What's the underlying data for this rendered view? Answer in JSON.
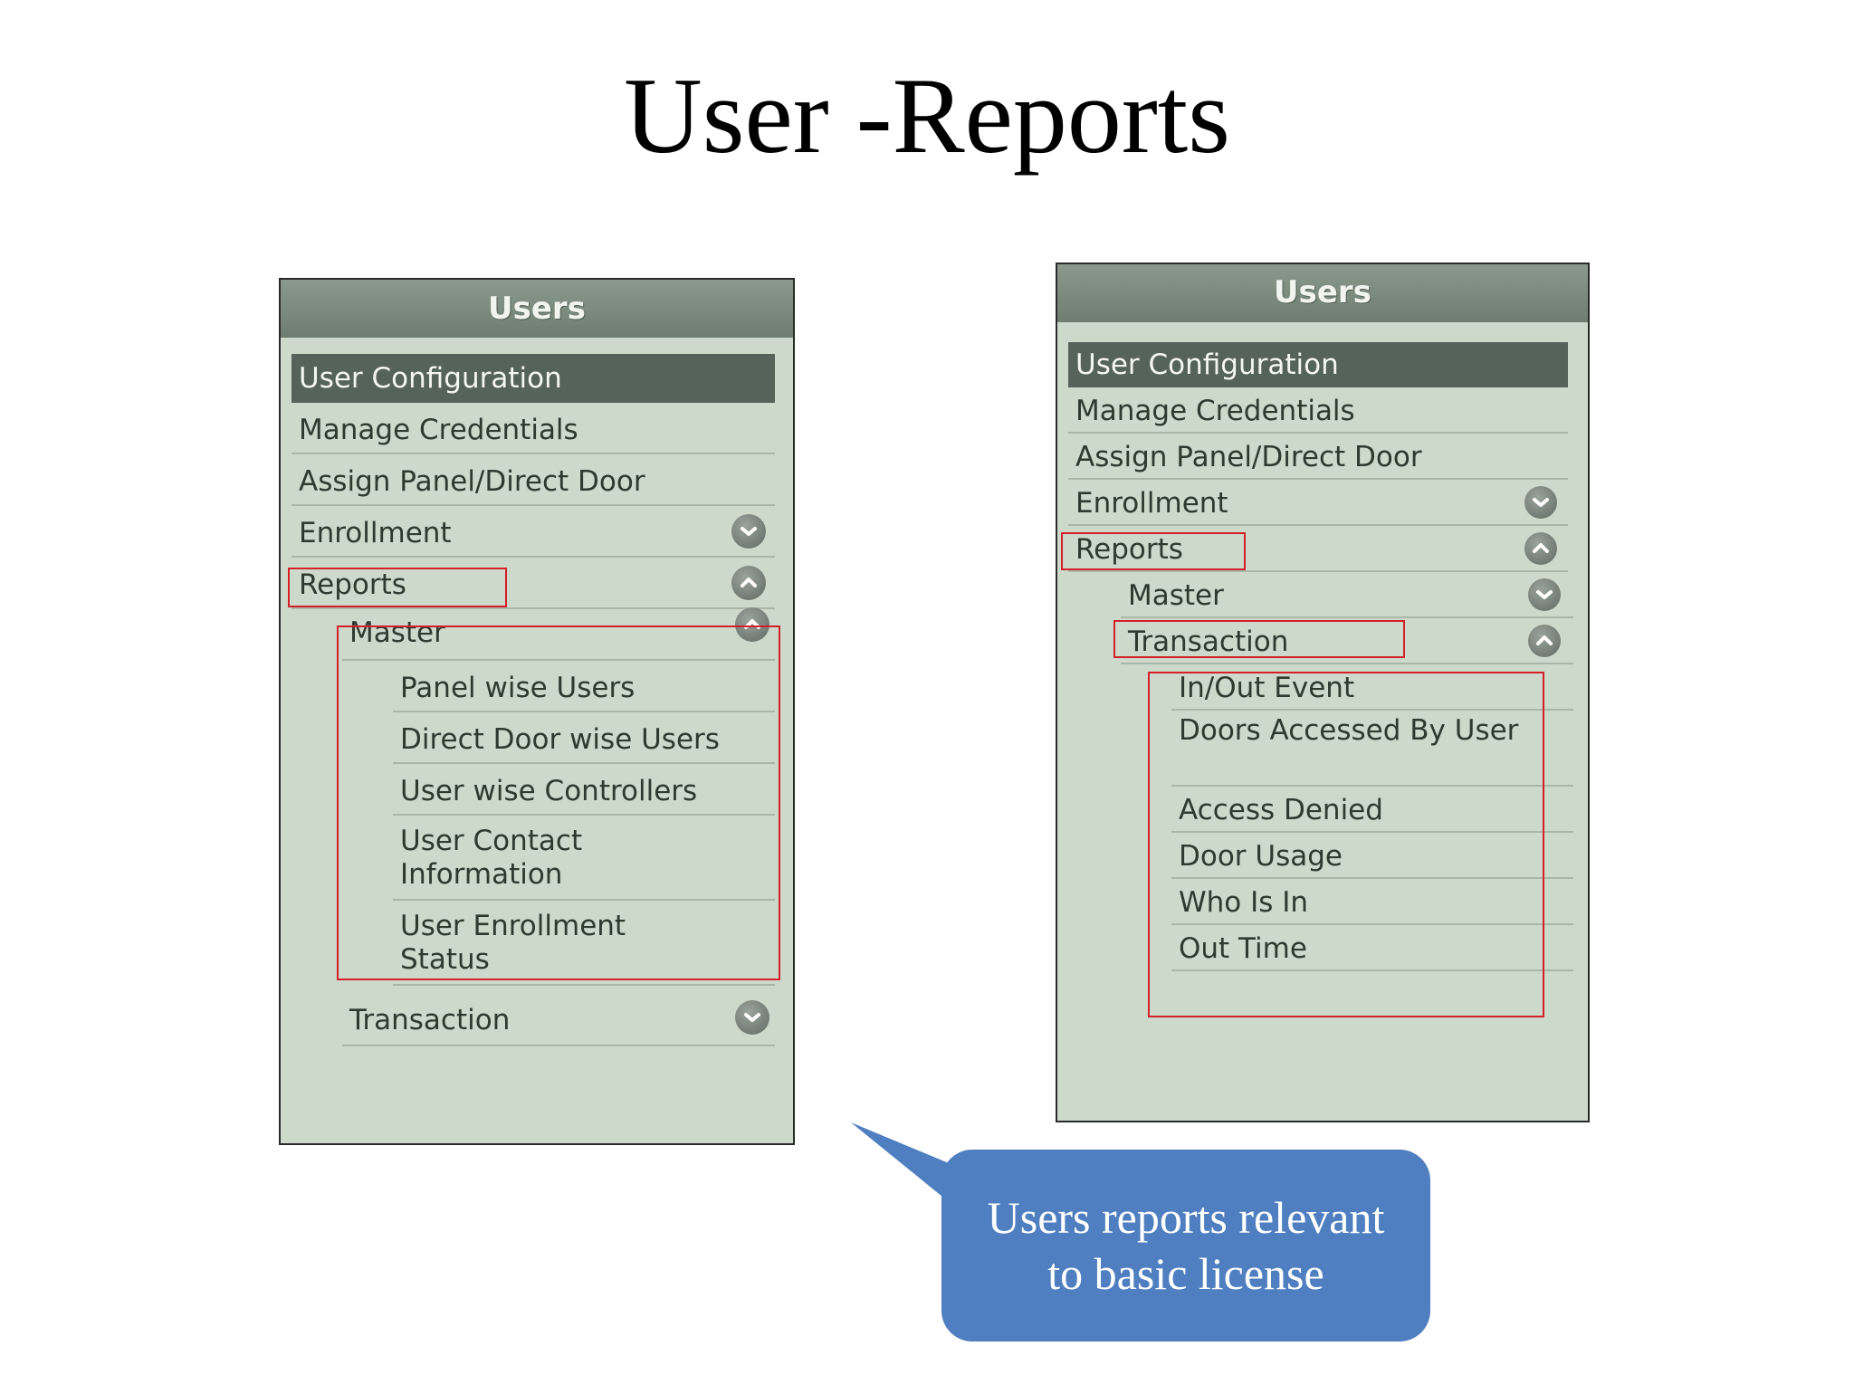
{
  "slide": {
    "title": "User -Reports"
  },
  "left_panel": {
    "header": "Users",
    "items": [
      {
        "label": "User Configuration"
      },
      {
        "label": "Manage Credentials"
      },
      {
        "label": "Assign Panel/Direct Door"
      },
      {
        "label": "Enrollment",
        "icon": "chevron-down-icon"
      },
      {
        "label": "Reports",
        "icon": "chevron-up-icon"
      },
      {
        "label": "Master",
        "icon": "chevron-up-icon"
      },
      {
        "label": "Panel wise Users"
      },
      {
        "label": "Direct Door wise Users"
      },
      {
        "label": "User wise Controllers"
      },
      {
        "label": "User Contact Information"
      },
      {
        "label": "User Enrollment Status"
      },
      {
        "label": "Transaction",
        "icon": "chevron-down-icon"
      }
    ]
  },
  "right_panel": {
    "header": "Users",
    "items": [
      {
        "label": "User Configuration"
      },
      {
        "label": "Manage Credentials"
      },
      {
        "label": "Assign Panel/Direct Door"
      },
      {
        "label": "Enrollment",
        "icon": "chevron-down-icon"
      },
      {
        "label": "Reports",
        "icon": "chevron-up-icon"
      },
      {
        "label": "Master",
        "icon": "chevron-down-icon"
      },
      {
        "label": "Transaction",
        "icon": "chevron-up-icon"
      },
      {
        "label": "In/Out Event"
      },
      {
        "label": "Doors Accessed By User"
      },
      {
        "label": "Access Denied"
      },
      {
        "label": "Door Usage"
      },
      {
        "label": "Who Is In"
      },
      {
        "label": "Out Time"
      }
    ]
  },
  "callout": {
    "text": "Users reports relevant to basic license"
  },
  "colors": {
    "panel_bg": "#ccd9cb",
    "selected_bg": "#56635a",
    "highlight": "#d4202a",
    "callout_bg": "#4f7fc0"
  }
}
